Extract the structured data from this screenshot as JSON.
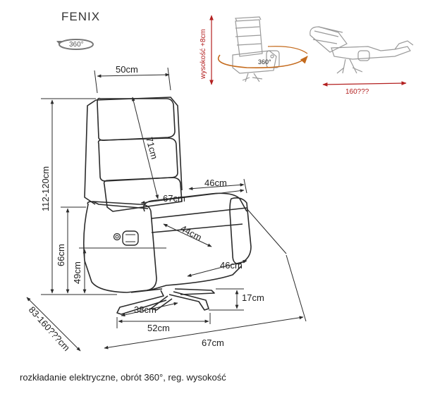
{
  "header": {
    "title": "FENIX",
    "rotation_symbol": "360°"
  },
  "inset": {
    "height_note": "wysokość +8cm",
    "rotation_label": "360°",
    "recline_length": "160???"
  },
  "dimensions": {
    "backrest_width": "50cm",
    "backrest_height": "71cm",
    "armrest_depth": "46cm",
    "seat_depth_outer": "67cm",
    "seat_depth": "44cm",
    "seat_width": "46cm",
    "total_height": "112-120cm",
    "armrest_height": "66cm",
    "seat_height": "49cm",
    "base_height": "17cm",
    "base_front": "38cm",
    "base_width": "52cm",
    "total_depth": "67cm",
    "extended_depth": "83-160???cm"
  },
  "footer": {
    "caption": "rozkładanie elektryczne, obrót 360°, reg. wysokość"
  },
  "colors": {
    "line": "#2b2b2b",
    "accent_red": "#b32020",
    "accent_orange": "#c46a1c",
    "inset_line": "#9a9a9a"
  }
}
